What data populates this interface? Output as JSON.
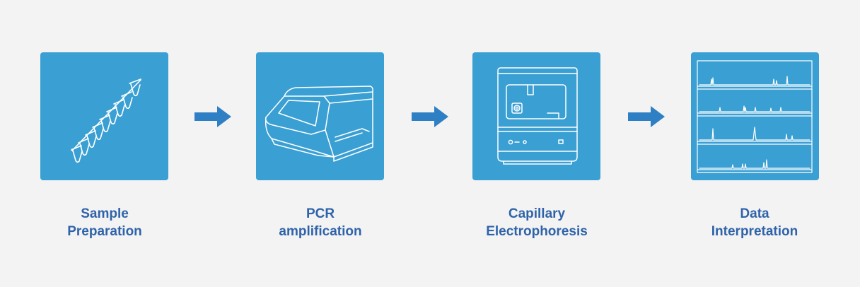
{
  "steps": [
    {
      "line1": "Sample",
      "line2": "Preparation",
      "icon": "pcr-tube-strip-icon"
    },
    {
      "line1": "PCR",
      "line2": "amplification",
      "icon": "thermal-cycler-icon"
    },
    {
      "line1": "Capillary",
      "line2": "Electrophoresis",
      "icon": "genetic-analyzer-icon"
    },
    {
      "line1": "Data",
      "line2": "Interpretation",
      "icon": "electropherogram-icon"
    }
  ],
  "colors": {
    "background": "#f3f3f3",
    "box": "#3a9fd3",
    "label": "#2f63a9",
    "arrow": "#2f7fc4"
  }
}
